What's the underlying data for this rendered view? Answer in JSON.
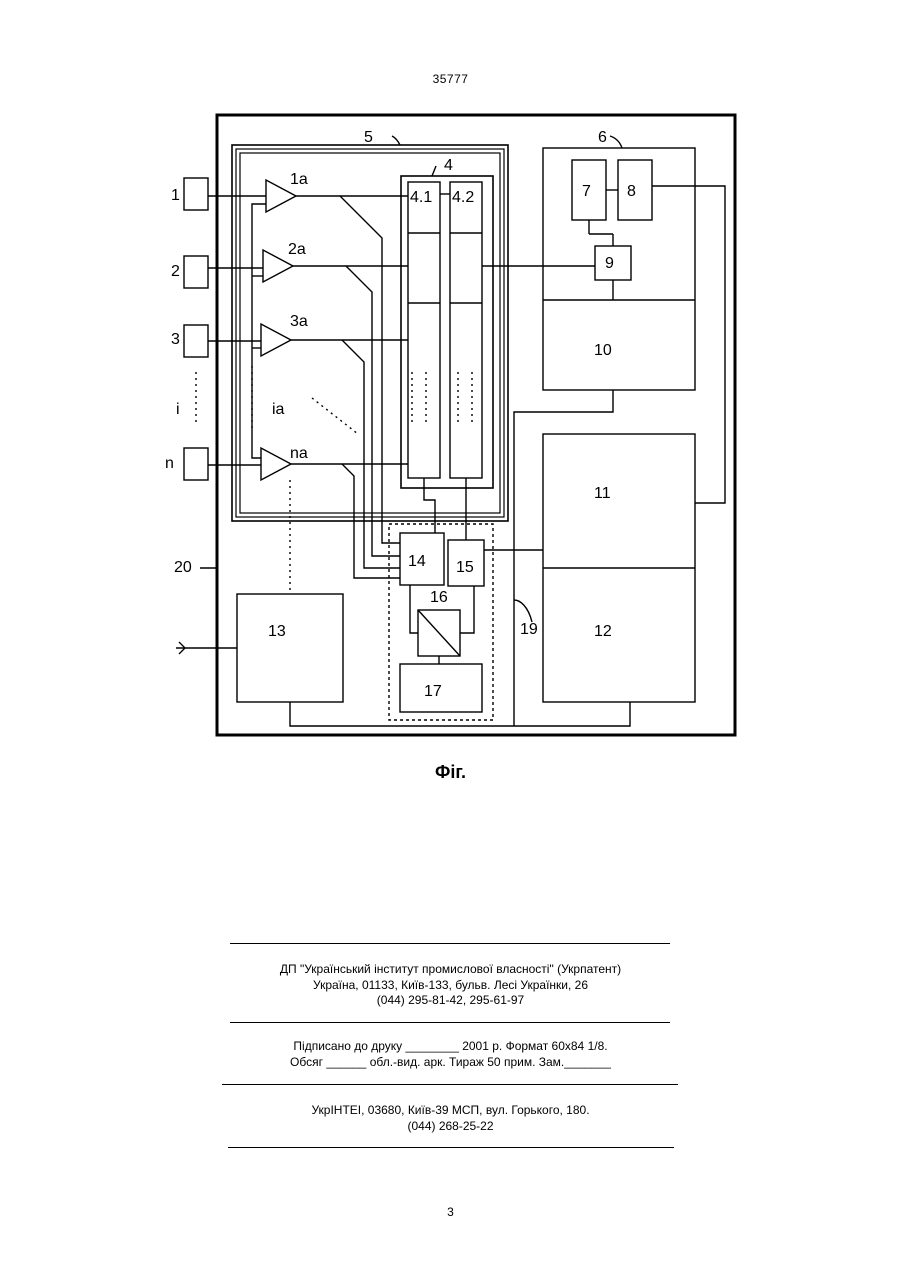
{
  "page_number_top": "35777",
  "figure": {
    "caption": "Фіг.",
    "labels": {
      "l1": "1",
      "l2": "2",
      "l3": "3",
      "li": "i",
      "ln": "n",
      "l1a": "1a",
      "l2a": "2a",
      "l3a": "3a",
      "lia": "ia",
      "lna": "na",
      "l4": "4",
      "l41": "4.1",
      "l42": "4.2",
      "l5": "5",
      "l6": "6",
      "l7": "7",
      "l8": "8",
      "l9": "9",
      "l10": "10",
      "l11": "11",
      "l12": "12",
      "l13": "13",
      "l14": "14",
      "l15": "15",
      "l16": "16",
      "l17": "17",
      "l19": "19",
      "l20": "20"
    }
  },
  "imprint": {
    "org_line1": "ДП \"Український інститут промислової власності\" (Укрпатент)",
    "org_line2": "Україна, 01133, Київ-133, бульв. Лесі Українки, 26",
    "org_line3": "(044) 295-81-42, 295-61-97",
    "print_line1": "Підписано до друку ________ 2001 р.    Формат 60х84 1/8.",
    "print_line2": "Обсяг ______ обл.-вид. арк.   Тираж 50 прим.    Зам._______",
    "ukr_line1": "УкрІНТЕІ, 03680, Київ-39 МСП, вул. Горького, 180.",
    "ukr_line2": "(044) 268-25-22"
  },
  "page_number_bottom": "3"
}
